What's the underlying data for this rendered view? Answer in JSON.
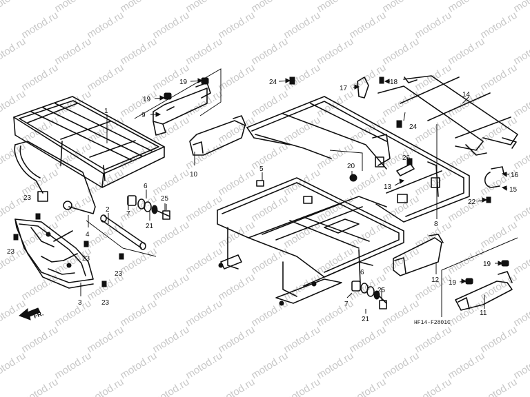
{
  "diagram": {
    "drawing_code": "HF14-F2801C",
    "front_label": "FR.",
    "watermark_text": "motod.ru",
    "line_color": "#111111",
    "watermark_color": "#c8c8c8",
    "parts": [
      "1",
      "2",
      "3",
      "4",
      "5",
      "6",
      "7",
      "8",
      "9",
      "10",
      "11",
      "12",
      "13",
      "14",
      "15",
      "16",
      "17",
      "18",
      "19",
      "20",
      "21",
      "22",
      "23",
      "24",
      "25",
      "26"
    ],
    "callouts": {
      "c1": "1",
      "c2": "2",
      "c3": "3",
      "c4": "4",
      "c5": "5",
      "c6a": "6",
      "c6b": "6",
      "c7a": "7",
      "c7b": "7",
      "c8": "8",
      "c9": "9",
      "c10": "10",
      "c11": "11",
      "c12": "12",
      "c13": "13",
      "c14": "14",
      "c15": "15",
      "c16": "16",
      "c17": "17",
      "c18": "18",
      "c19a": "19",
      "c19b": "19",
      "c19c": "19",
      "c19d": "19",
      "c20": "20",
      "c21a": "21",
      "c21b": "21",
      "c22": "22",
      "c23a": "23",
      "c23b": "23",
      "c23c": "23",
      "c23d": "23",
      "c23e": "23",
      "c24a": "24",
      "c24b": "24",
      "c25a": "25",
      "c25b": "25",
      "c26": "26"
    }
  }
}
